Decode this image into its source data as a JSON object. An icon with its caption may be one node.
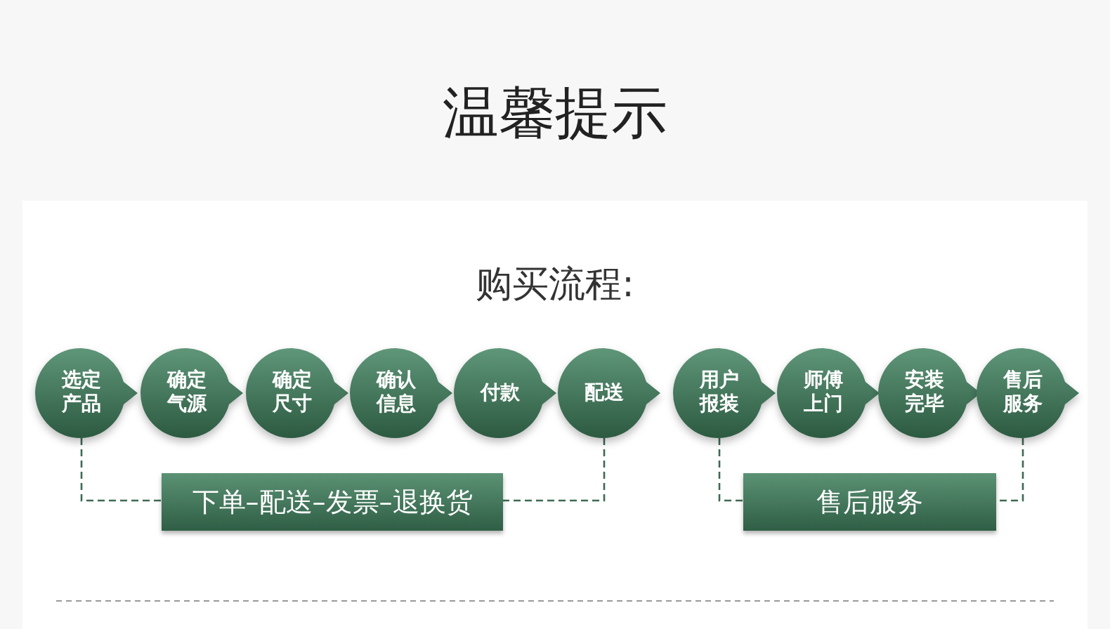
{
  "diagram": {
    "title": "温馨提示",
    "nodes": [
      {
        "text": [
          "选定产品"
        ]
      },
      {
        "text": [
          "确定气源"
        ]
      },
      {
        "text": [
          "确定尺寸"
        ]
      },
      {
        "text": [
          "确认信息"
        ]
      },
      {
        "text": [
          "付款"
        ]
      },
      {
        "text": [
          "配送"
        ]
      },
      {
        "text": [
          "用户报装"
        ]
      },
      {
        "text": [
          "师傅上门"
        ]
      },
      {
        "text": [
          "安装完毕"
        ]
      },
      {
        "text": [
          "售后服务"
        ]
      },
      {
        "text": [
          "下单–配送–发票–退换货"
        ]
      },
      {
        "text": [
          "售后服务"
        ]
      }
    ],
    "edges": [
      {
        "from": 0,
        "to": 10,
        "arrow": "none",
        "style": "dashed"
      },
      {
        "from": 5,
        "to": 10,
        "arrow": "none",
        "style": "dashed"
      },
      {
        "from": 6,
        "to": 11,
        "arrow": "none",
        "style": "dashed"
      },
      {
        "from": 9,
        "to": 11,
        "arrow": "none",
        "style": "dashed"
      }
    ],
    "labels": [
      "购买流程:"
    ]
  }
}
